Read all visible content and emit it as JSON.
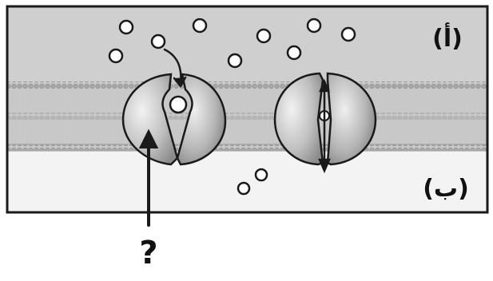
{
  "labels": {
    "top_side": "(أ)",
    "bottom_side": "(ب)",
    "question_mark": "?"
  },
  "colors": {
    "frame": "#1a1a1a",
    "outside_background": "#cfcfcf",
    "inside_background": "#f1f1f1",
    "membrane": "#bdbdbd",
    "protein_light": "#d9d9d9",
    "protein_dark": "#8a8a8a",
    "molecule_fill": "#ffffff"
  },
  "icons": {
    "molecule": "circle",
    "arrow": "arrow"
  }
}
